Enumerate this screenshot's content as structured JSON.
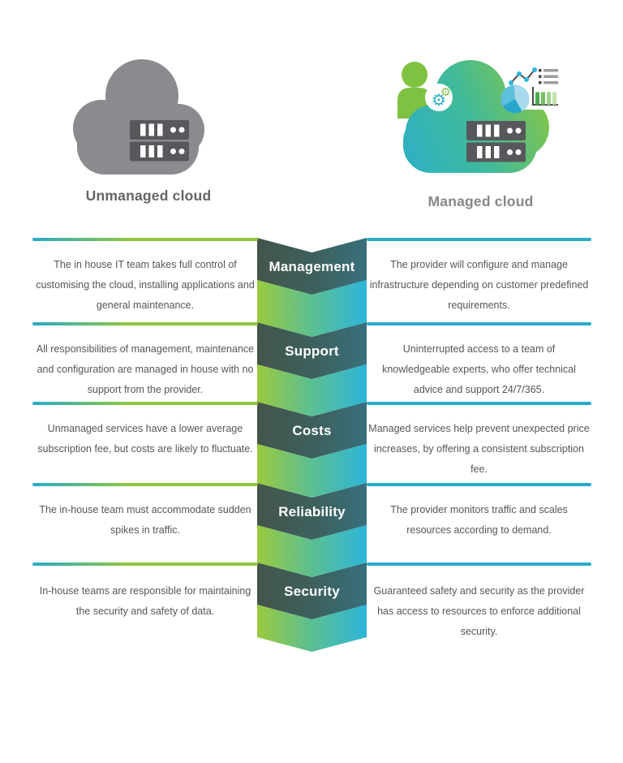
{
  "header": {
    "unmanaged": {
      "title": "Unmanaged cloud"
    },
    "managed": {
      "title": "Managed cloud"
    }
  },
  "rows": [
    {
      "category": "Management",
      "unmanaged": "The in house IT team takes full control of customising the cloud, installing applications and general maintenance.",
      "managed": "The provider will configure and manage infrastructure depending on customer predefined requirements."
    },
    {
      "category": "Support",
      "unmanaged": "All responsibilities of management, maintenance and configuration are managed in house with no support from the provider.",
      "managed": "Uninterrupted access to a team of knowledgeable experts, who offer technical advice and support 24/7/365."
    },
    {
      "category": "Costs",
      "unmanaged": "Unmanaged services have a lower average subscription fee, but costs are likely to fluctuate.",
      "managed": "Managed services help prevent unexpected price increases, by offering a consistent subscription fee."
    },
    {
      "category": "Reliability",
      "unmanaged": "The in-house team must accommodate sudden spikes in traffic.",
      "managed": "The provider monitors traffic and scales resources according to demand."
    },
    {
      "category": "Security",
      "unmanaged": "In-house teams are responsible for maintaining the security and safety of data.",
      "managed": "Guaranteed safety and security as the provider has access to resources to enforce additional security."
    }
  ],
  "icons": {
    "gear": "⚙"
  },
  "theme": {
    "colors": {
      "green": "#8dc63f",
      "cyan": "#2aabca",
      "dark_left": "#43554a",
      "dark_mid": "#3d615f",
      "dark_right": "#38707c",
      "light_left": "#9aca3e",
      "light_mid": "#5bbf93",
      "light_right": "#2db5d9",
      "gray_cloud": "#8a8b8e",
      "rack": "#57585b",
      "text": "#54565a",
      "title_left": "#636467",
      "title_right": "#86878a",
      "person_green": "#7fc241",
      "gear_teal": "#2fb0c4",
      "gear_green": "#7fc241",
      "pie_base": "#a8d9ec",
      "pie_mid": "#5cc0dc",
      "pie_dark": "#2aa6cb",
      "chart_line": "#4a4a4a",
      "list_gray": "#9c9da0",
      "bar1": "#4aad49",
      "bar2": "#76bd62",
      "bar3": "#9ed189",
      "bar4": "#c2e2ac"
    }
  }
}
